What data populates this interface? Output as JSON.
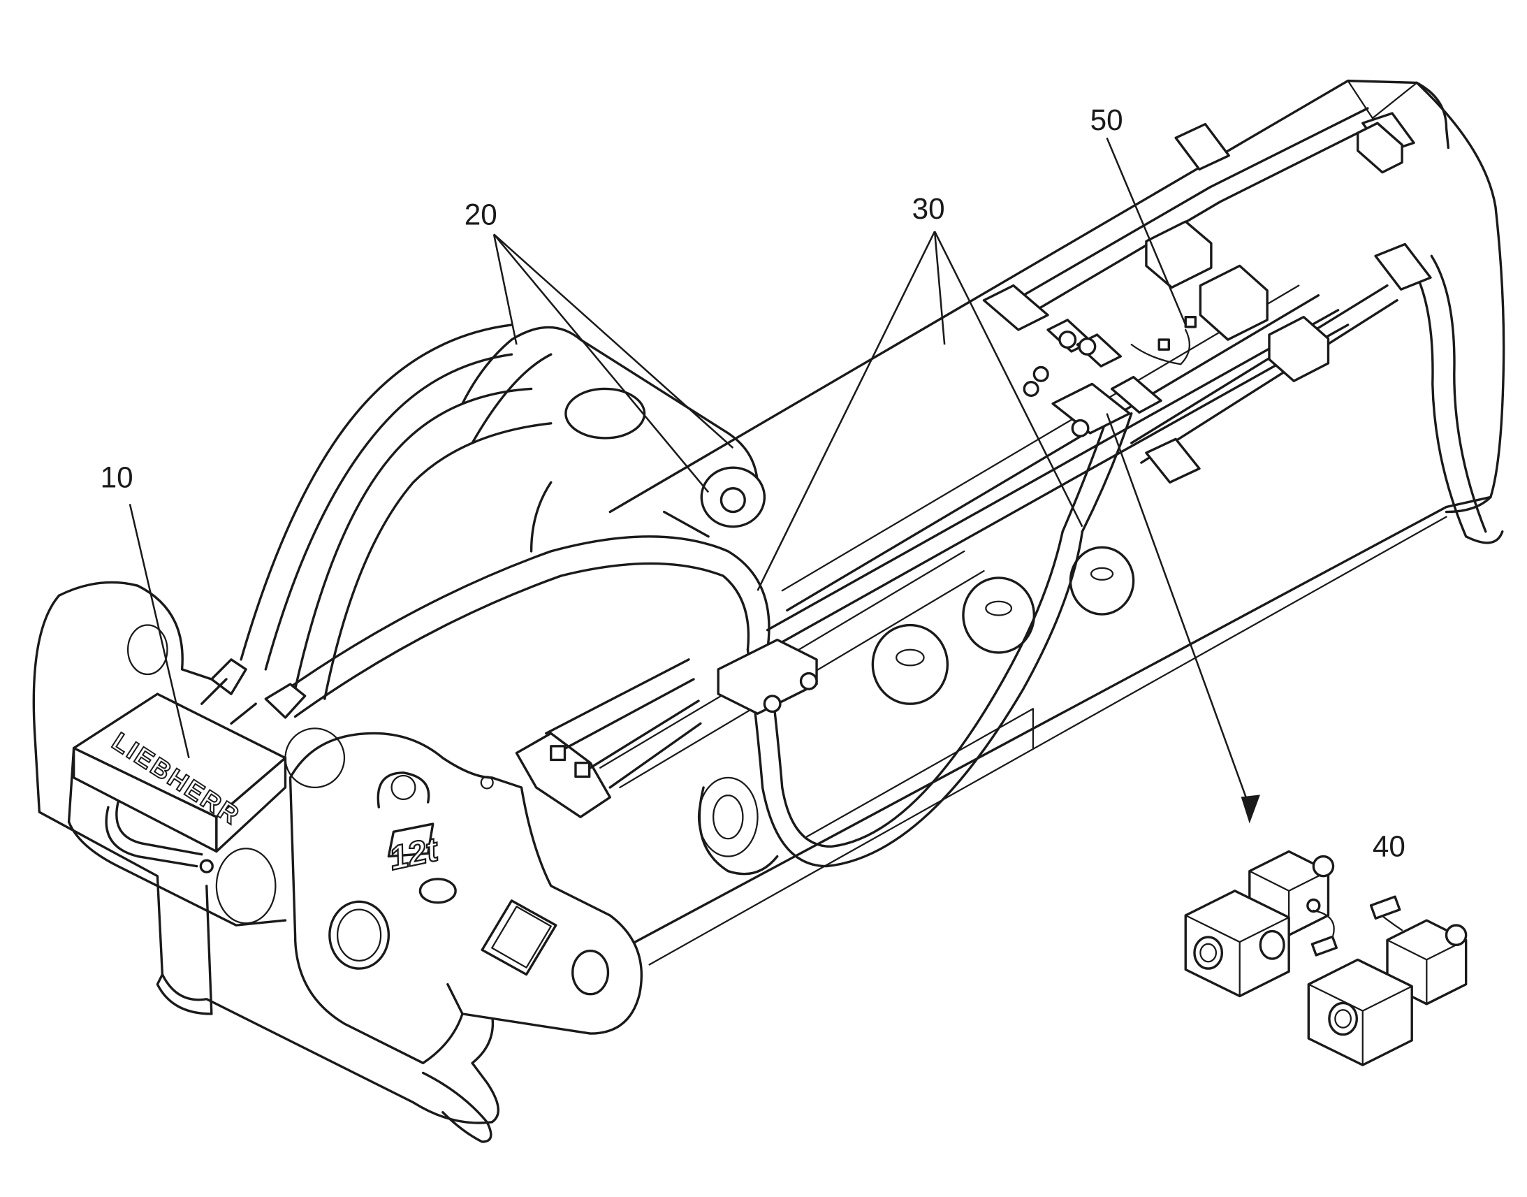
{
  "figure": {
    "callouts": [
      {
        "id": "label-10",
        "text": "10"
      },
      {
        "id": "label-20",
        "text": "20"
      },
      {
        "id": "label-30",
        "text": "30"
      },
      {
        "id": "label-40",
        "text": "40"
      },
      {
        "id": "label-50",
        "text": "50"
      }
    ],
    "markings": {
      "brand_logo": "LIEBHERR",
      "capacity_badge": "12t"
    }
  }
}
